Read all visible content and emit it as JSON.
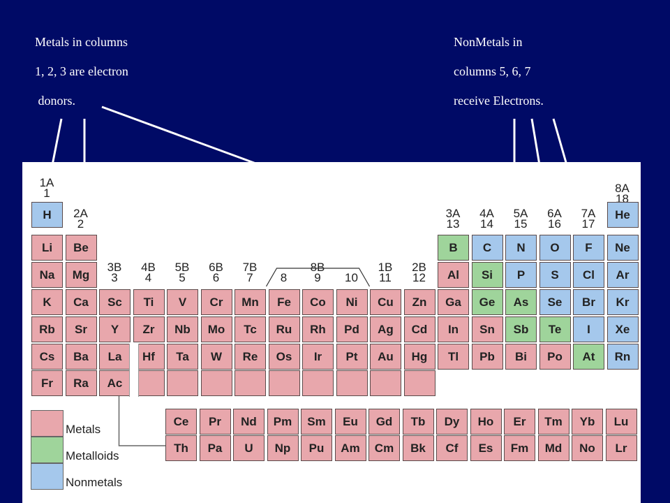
{
  "captions": {
    "left": [
      "Metals in columns",
      "1, 2, 3 are electron",
      " donors."
    ],
    "right": [
      "NonMetals in",
      "columns 5, 6, 7",
      "receive Electrons."
    ]
  },
  "colors": {
    "background": "#000a66",
    "metal": "#e8a7ac",
    "metalloid": "#9fd49b",
    "nonmetal": "#a5c8ec",
    "text": "#ffffff"
  },
  "group_headers": [
    {
      "top": "1A",
      "bottom": "1"
    },
    {
      "top": "2A",
      "bottom": "2"
    },
    {
      "top": "3B",
      "bottom": "3"
    },
    {
      "top": "4B",
      "bottom": "4"
    },
    {
      "top": "5B",
      "bottom": "5"
    },
    {
      "top": "6B",
      "bottom": "6"
    },
    {
      "top": "7B",
      "bottom": "7"
    },
    {
      "top": "",
      "bottom": "8"
    },
    {
      "top": "8B",
      "bottom": "9"
    },
    {
      "top": "",
      "bottom": "10"
    },
    {
      "top": "1B",
      "bottom": "11"
    },
    {
      "top": "2B",
      "bottom": "12"
    },
    {
      "top": "3A",
      "bottom": "13"
    },
    {
      "top": "4A",
      "bottom": "14"
    },
    {
      "top": "5A",
      "bottom": "15"
    },
    {
      "top": "6A",
      "bottom": "16"
    },
    {
      "top": "7A",
      "bottom": "17"
    },
    {
      "top": "8A",
      "bottom": "18"
    }
  ],
  "main_rows": [
    [
      [
        "H",
        "nonmetal",
        1
      ],
      [
        "He",
        "nonmetal",
        18
      ]
    ],
    [
      [
        "Li",
        "metal",
        1
      ],
      [
        "Be",
        "metal",
        2
      ],
      [
        "B",
        "metalloid",
        13
      ],
      [
        "C",
        "nonmetal",
        14
      ],
      [
        "N",
        "nonmetal",
        15
      ],
      [
        "O",
        "nonmetal",
        16
      ],
      [
        "F",
        "nonmetal",
        17
      ],
      [
        "Ne",
        "nonmetal",
        18
      ]
    ],
    [
      [
        "Na",
        "metal",
        1
      ],
      [
        "Mg",
        "metal",
        2
      ],
      [
        "Al",
        "metal",
        13
      ],
      [
        "Si",
        "metalloid",
        14
      ],
      [
        "P",
        "nonmetal",
        15
      ],
      [
        "S",
        "nonmetal",
        16
      ],
      [
        "Cl",
        "nonmetal",
        17
      ],
      [
        "Ar",
        "nonmetal",
        18
      ]
    ],
    [
      [
        "K",
        "metal",
        1
      ],
      [
        "Ca",
        "metal",
        2
      ],
      [
        "Sc",
        "metal",
        3
      ],
      [
        "Ti",
        "metal",
        4
      ],
      [
        "V",
        "metal",
        5
      ],
      [
        "Cr",
        "metal",
        6
      ],
      [
        "Mn",
        "metal",
        7
      ],
      [
        "Fe",
        "metal",
        8
      ],
      [
        "Co",
        "metal",
        9
      ],
      [
        "Ni",
        "metal",
        10
      ],
      [
        "Cu",
        "metal",
        11
      ],
      [
        "Zn",
        "metal",
        12
      ],
      [
        "Ga",
        "metal",
        13
      ],
      [
        "Ge",
        "metalloid",
        14
      ],
      [
        "As",
        "metalloid",
        15
      ],
      [
        "Se",
        "nonmetal",
        16
      ],
      [
        "Br",
        "nonmetal",
        17
      ],
      [
        "Kr",
        "nonmetal",
        18
      ]
    ],
    [
      [
        "Rb",
        "metal",
        1
      ],
      [
        "Sr",
        "metal",
        2
      ],
      [
        "Y",
        "metal",
        3
      ],
      [
        "Zr",
        "metal",
        4
      ],
      [
        "Nb",
        "metal",
        5
      ],
      [
        "Mo",
        "metal",
        6
      ],
      [
        "Tc",
        "metal",
        7
      ],
      [
        "Ru",
        "metal",
        8
      ],
      [
        "Rh",
        "metal",
        9
      ],
      [
        "Pd",
        "metal",
        10
      ],
      [
        "Ag",
        "metal",
        11
      ],
      [
        "Cd",
        "metal",
        12
      ],
      [
        "In",
        "metal",
        13
      ],
      [
        "Sn",
        "metal",
        14
      ],
      [
        "Sb",
        "metalloid",
        15
      ],
      [
        "Te",
        "metalloid",
        16
      ],
      [
        "I",
        "nonmetal",
        17
      ],
      [
        "Xe",
        "nonmetal",
        18
      ]
    ],
    [
      [
        "Cs",
        "metal",
        1
      ],
      [
        "Ba",
        "metal",
        2
      ],
      [
        "La",
        "metal",
        3
      ],
      [
        "Hf",
        "metal",
        4
      ],
      [
        "Ta",
        "metal",
        5
      ],
      [
        "W",
        "metal",
        6
      ],
      [
        "Re",
        "metal",
        7
      ],
      [
        "Os",
        "metal",
        8
      ],
      [
        "Ir",
        "metal",
        9
      ],
      [
        "Pt",
        "metal",
        10
      ],
      [
        "Au",
        "metal",
        11
      ],
      [
        "Hg",
        "metal",
        12
      ],
      [
        "Tl",
        "metal",
        13
      ],
      [
        "Pb",
        "metal",
        14
      ],
      [
        "Bi",
        "metal",
        15
      ],
      [
        "Po",
        "metal",
        16
      ],
      [
        "At",
        "metalloid",
        17
      ],
      [
        "Rn",
        "nonmetal",
        18
      ]
    ],
    [
      [
        "Fr",
        "metal",
        1
      ],
      [
        "Ra",
        "metal",
        2
      ],
      [
        "Ac",
        "metal",
        3
      ],
      [
        "",
        "empty",
        4
      ],
      [
        "",
        "empty",
        5
      ],
      [
        "",
        "empty",
        6
      ],
      [
        "",
        "empty",
        7
      ],
      [
        "",
        "empty",
        8
      ],
      [
        "",
        "empty",
        9
      ],
      [
        "",
        "empty",
        10
      ],
      [
        "",
        "empty",
        11
      ],
      [
        "",
        "empty",
        12
      ]
    ]
  ],
  "lanthanides": [
    "Ce",
    "Pr",
    "Nd",
    "Pm",
    "Sm",
    "Eu",
    "Gd",
    "Tb",
    "Dy",
    "Ho",
    "Er",
    "Tm",
    "Yb",
    "Lu"
  ],
  "actinides": [
    "Th",
    "Pa",
    "U",
    "Np",
    "Pu",
    "Am",
    "Cm",
    "Bk",
    "Cf",
    "Es",
    "Fm",
    "Md",
    "No",
    "Lr"
  ],
  "legend": [
    {
      "label": "Metals",
      "class": "metal"
    },
    {
      "label": "Metalloids",
      "class": "metalloid"
    },
    {
      "label": "Nonmetals",
      "class": "nonmetal"
    }
  ]
}
